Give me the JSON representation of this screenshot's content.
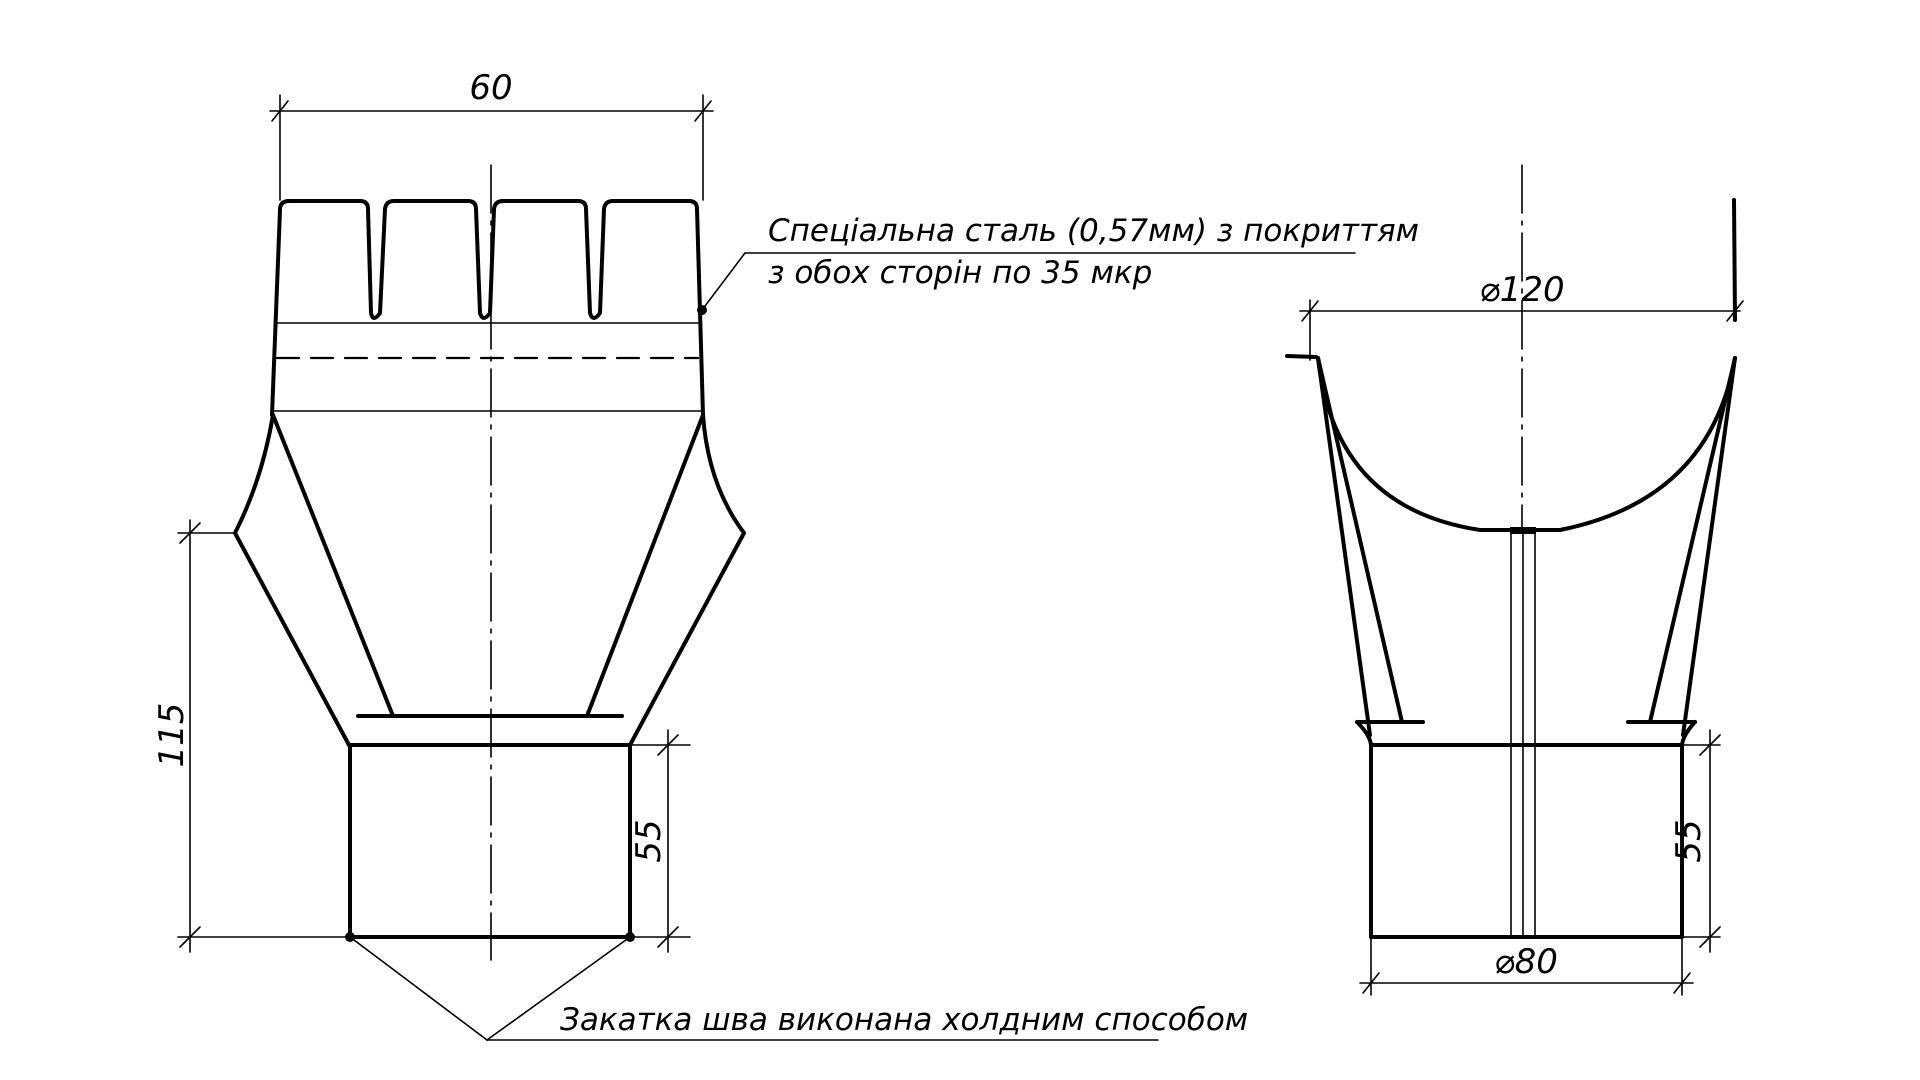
{
  "dimensions": {
    "top_width": "60",
    "height_total": "115",
    "neck_height_front": "55",
    "outlet_diameter": "⌀120",
    "neck_height_side": "55",
    "neck_diameter": "⌀80"
  },
  "notes": {
    "material_line1": "Спеціальна сталь (0,57мм) з покриттям",
    "material_line2": "з обох сторін по 35 мкр",
    "seam": "Закатка шва виконана холдним способом"
  },
  "colors": {
    "line": "#000000",
    "background": "#ffffff"
  }
}
